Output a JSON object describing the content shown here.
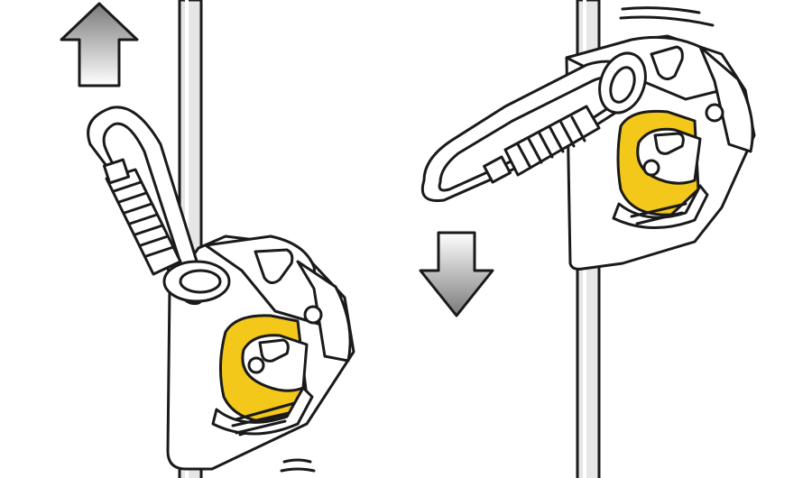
{
  "figure": {
    "panels": [
      {
        "id": "left",
        "arrow_direction": "up"
      },
      {
        "id": "right",
        "arrow_direction": "down"
      }
    ]
  },
  "colors": {
    "outline": "#1a1a1a",
    "cam_yellow": "#f3c81a",
    "body_fill": "#ffffff",
    "rope_fill": "#e6e6e6",
    "arrow_up_fill": "#8c8c8c",
    "arrow_down_fill": "#8c8c8c"
  },
  "icons": [
    "arrow-up-icon",
    "arrow-down-icon",
    "rope-grab-device-icon",
    "carabiner-icon",
    "rope-icon"
  ]
}
